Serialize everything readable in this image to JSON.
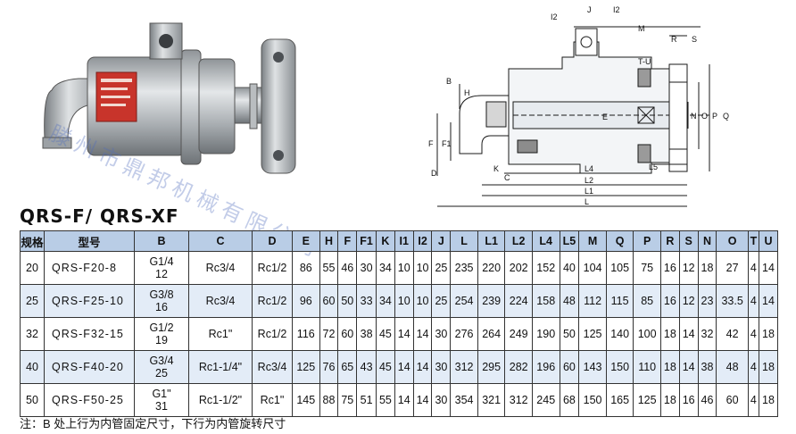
{
  "watermark": "滕州市鼎邦机械有限公司",
  "model_title": "QRS-F/ QRS-XF",
  "drawing_labels": {
    "i2a": "I2",
    "j": "J",
    "i2b": "I2",
    "m": "M",
    "r": "R",
    "s": "S",
    "tu": "T-U",
    "b": "B",
    "h": "H",
    "e": "E",
    "n": "N",
    "o": "O",
    "p": "P",
    "q": "Q",
    "f": "F",
    "f1": "F1",
    "d": "D",
    "k": "K",
    "c": "C",
    "l4": "L4",
    "l5": "L5",
    "l2": "L2",
    "l1": "L1",
    "l": "L"
  },
  "table": {
    "headers": [
      "规格",
      "型号",
      "B",
      "C",
      "D",
      "E",
      "H",
      "F",
      "F1",
      "K",
      "I1",
      "I2",
      "J",
      "L",
      "L1",
      "L2",
      "L4",
      "L5",
      "M",
      "Q",
      "P",
      "R",
      "S",
      "N",
      "O",
      "T",
      "U"
    ],
    "rows": [
      {
        "size": "20",
        "model": "QRS-F20-8",
        "b_top": "G1/4",
        "b_bottom": "12",
        "c": "Rc3/4",
        "d": "Rc1/2",
        "vals": [
          "86",
          "55",
          "46",
          "30",
          "34",
          "10",
          "10",
          "25",
          "235",
          "220",
          "202",
          "152",
          "40",
          "104",
          "105",
          "75",
          "16",
          "12",
          "18",
          "27",
          "4",
          "14"
        ]
      },
      {
        "size": "25",
        "model": "QRS-F25-10",
        "b_top": "G3/8",
        "b_bottom": "16",
        "c": "Rc3/4",
        "d": "Rc1/2",
        "vals": [
          "96",
          "60",
          "50",
          "33",
          "34",
          "10",
          "10",
          "25",
          "254",
          "239",
          "224",
          "158",
          "48",
          "112",
          "115",
          "85",
          "16",
          "12",
          "23",
          "33.5",
          "4",
          "14"
        ]
      },
      {
        "size": "32",
        "model": "QRS-F32-15",
        "b_top": "G1/2",
        "b_bottom": "19",
        "c": "Rc1\"",
        "d": "Rc1/2",
        "vals": [
          "116",
          "72",
          "60",
          "38",
          "45",
          "14",
          "14",
          "30",
          "276",
          "264",
          "249",
          "190",
          "50",
          "125",
          "140",
          "100",
          "18",
          "14",
          "32",
          "42",
          "4",
          "18"
        ]
      },
      {
        "size": "40",
        "model": "QRS-F40-20",
        "b_top": "G3/4",
        "b_bottom": "25",
        "c": "Rc1-1/4\"",
        "d": "Rc3/4",
        "vals": [
          "125",
          "76",
          "65",
          "43",
          "45",
          "14",
          "14",
          "30",
          "312",
          "295",
          "282",
          "196",
          "60",
          "143",
          "150",
          "110",
          "18",
          "14",
          "38",
          "48",
          "4",
          "18"
        ]
      },
      {
        "size": "50",
        "model": "QRS-F50-25",
        "b_top": "G1\"",
        "b_bottom": "31",
        "c": "Rc1-1/2\"",
        "d": "Rc1\"",
        "vals": [
          "145",
          "88",
          "75",
          "51",
          "55",
          "14",
          "14",
          "30",
          "354",
          "321",
          "312",
          "245",
          "68",
          "150",
          "165",
          "125",
          "18",
          "16",
          "46",
          "60",
          "4",
          "18"
        ]
      }
    ]
  },
  "note": "注：B 处上行为内管固定尺寸，下行为内管旋转尺寸"
}
